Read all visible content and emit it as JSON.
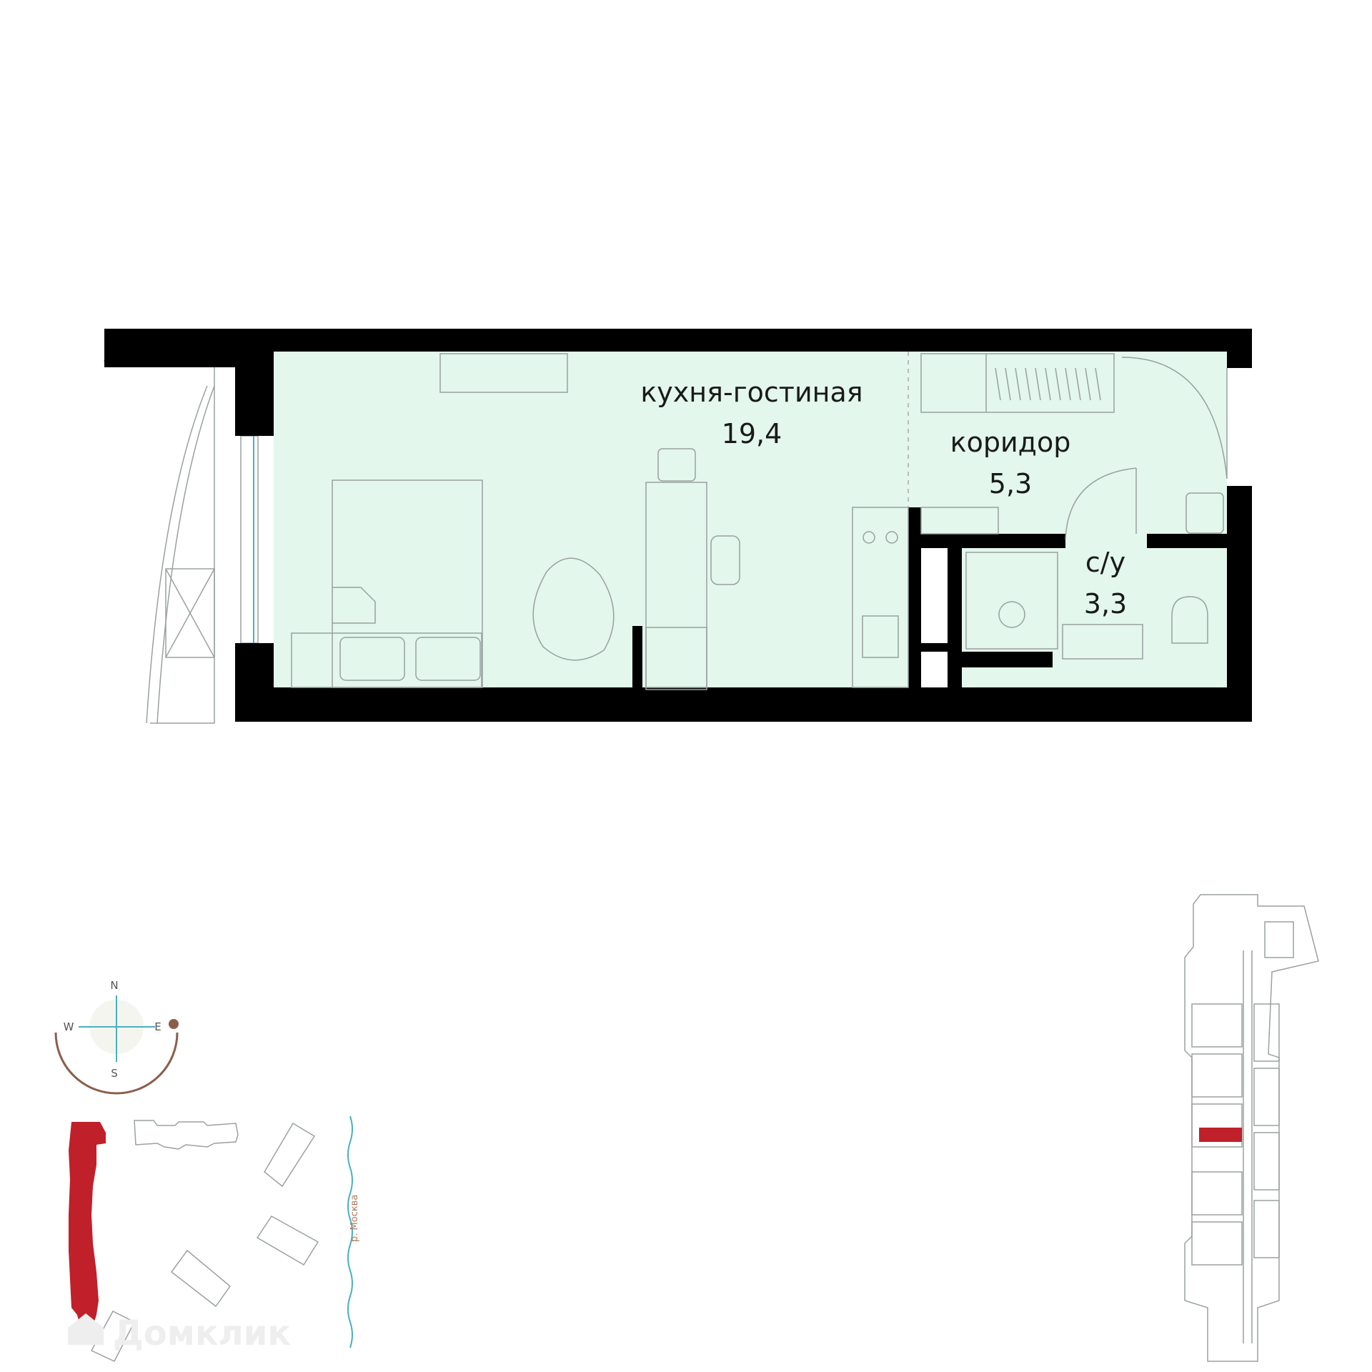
{
  "rooms": [
    {
      "name": "кухня-гостиная",
      "area": "19,4"
    },
    {
      "name": "коридор",
      "area": "5,3"
    },
    {
      "name": "с/у",
      "area": "3,3"
    }
  ],
  "compass": {
    "north": "N",
    "south": "S",
    "east": "E",
    "west": "W"
  },
  "river_label": "р. Москва",
  "watermark": "Домклик",
  "colors": {
    "room_fill": "#e3f7ec",
    "wall": "#000000",
    "highlight": "#c0202a",
    "compass_arc": "#8b5e4a",
    "compass_cross": "#4ab0c0",
    "river": "#4ab0c0"
  }
}
